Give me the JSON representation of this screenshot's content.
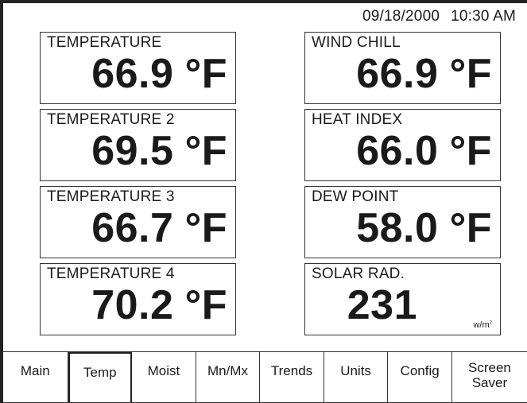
{
  "header": {
    "date": "09/18/2000",
    "time": "10:30 AM"
  },
  "panels": [
    {
      "label": "TEMPERATURE",
      "value": "66.9",
      "unit": "°F"
    },
    {
      "label": "TEMPERATURE 2",
      "value": "69.5",
      "unit": "°F"
    },
    {
      "label": "TEMPERATURE 3",
      "value": "66.7",
      "unit": "°F"
    },
    {
      "label": "TEMPERATURE 4",
      "value": "70.2",
      "unit": "°F"
    },
    {
      "label": "WIND CHILL",
      "value": "66.9",
      "unit": "°F"
    },
    {
      "label": "HEAT INDEX",
      "value": "66.0",
      "unit": "°F"
    },
    {
      "label": "DEW POINT",
      "value": "58.0",
      "unit": "°F"
    },
    {
      "label": "SOLAR RAD.",
      "value": "231",
      "unit_small": "w/m",
      "unit_sup": "2"
    }
  ],
  "nav": [
    {
      "label": "Main"
    },
    {
      "label": "Temp",
      "active": true
    },
    {
      "label": "Moist"
    },
    {
      "label": "Mn/Mx"
    },
    {
      "label": "Trends"
    },
    {
      "label": "Units"
    },
    {
      "label": "Config"
    },
    {
      "label": "Screen",
      "label2": "Saver"
    }
  ]
}
